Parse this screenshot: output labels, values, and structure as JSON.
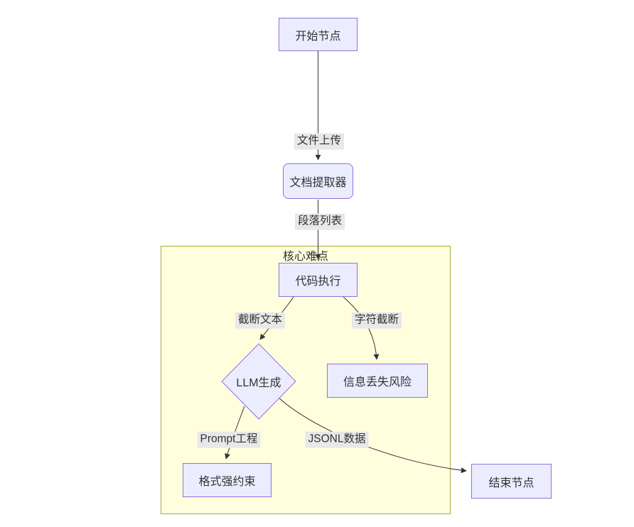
{
  "diagram": {
    "type": "flowchart",
    "direction": "top-down"
  },
  "nodes": {
    "start": {
      "label": "开始节点",
      "shape": "rect"
    },
    "extractor": {
      "label": "文档提取器",
      "shape": "rounded-rect"
    },
    "code_execution": {
      "label": "代码执行",
      "shape": "rect"
    },
    "llm_generation": {
      "label": "LLM生成",
      "shape": "diamond"
    },
    "info_loss_risk": {
      "label": "信息丢失风险",
      "shape": "rect"
    },
    "format_constraint": {
      "label": "格式强约束",
      "shape": "rect"
    },
    "end": {
      "label": "结束节点",
      "shape": "rect"
    }
  },
  "subgraph": {
    "label": "核心难点"
  },
  "edges": {
    "file_upload": {
      "label": "文件上传",
      "from": "start",
      "to": "extractor"
    },
    "paragraph_list": {
      "label": "段落列表",
      "from": "extractor",
      "to": "code_execution"
    },
    "truncate_text": {
      "label": "截断文本",
      "from": "code_execution",
      "to": "llm_generation"
    },
    "char_truncate": {
      "label": "字符截断",
      "from": "code_execution",
      "to": "info_loss_risk"
    },
    "prompt_engineering": {
      "label": "Prompt工程",
      "from": "llm_generation",
      "to": "format_constraint"
    },
    "jsonl_data": {
      "label": "JSONL数据",
      "from": "llm_generation",
      "to": "end"
    }
  },
  "colors": {
    "node_fill": "#ECECFF",
    "node_border": "#9370DB",
    "subgraph_fill": "#ffffde",
    "subgraph_border": "#aaaa33",
    "edge_line": "#333333",
    "edge_label_bg": "#e8e8e8",
    "text": "#333333",
    "background": "#ffffff"
  }
}
